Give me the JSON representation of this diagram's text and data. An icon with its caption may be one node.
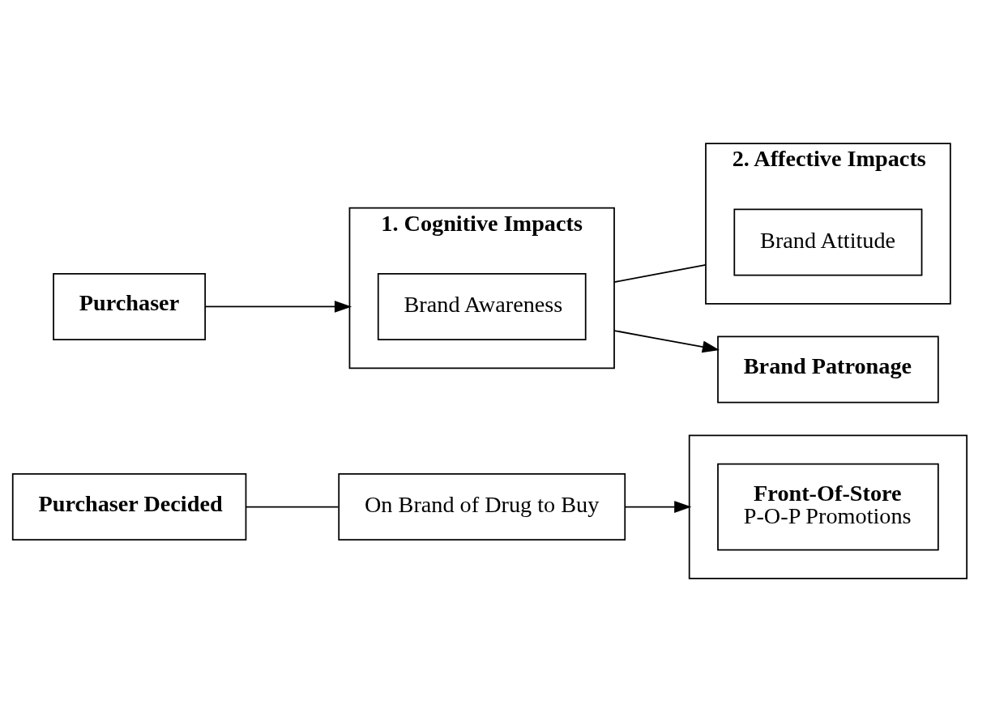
{
  "diagram": {
    "nodes": [
      {
        "text": [
          "Purchaser Decided"
        ]
      },
      {
        "text": [
          "On Brand of Drug to Buy"
        ]
      },
      {
        "text": [],
        "shape": "box"
      },
      {
        "text": [
          "Front-Of-Store",
          "P-O-P Promotions"
        ],
        "in": 2
      },
      {
        "text": [
          "Purchaser"
        ]
      },
      {
        "text": [
          "1. Cognitive Impacts"
        ]
      },
      {
        "text": [
          "Brand Awareness"
        ],
        "in": 5
      },
      {
        "text": [
          "2. Affective Impacts"
        ]
      },
      {
        "text": [
          "Brand Attitude"
        ],
        "in": 7
      },
      {
        "text": [
          "Brand Patronage"
        ]
      }
    ],
    "edges": [
      {
        "from": 0,
        "to": 1,
        "arrow": "none"
      },
      {
        "from": 1,
        "to": 2,
        "arrow": "to"
      },
      {
        "from": 4,
        "to": 5,
        "arrow": "to"
      },
      {
        "from": 5,
        "to": 7,
        "arrow": "none"
      },
      {
        "from": 5,
        "to": 9,
        "arrow": "to"
      }
    ]
  }
}
